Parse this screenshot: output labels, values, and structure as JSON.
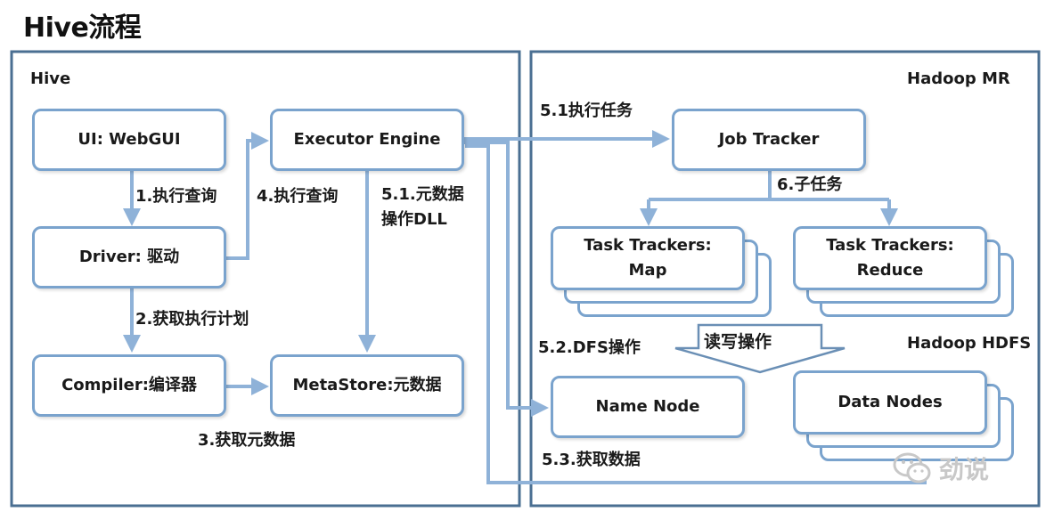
{
  "title": "Hive流程",
  "frames": {
    "hive": "Hive",
    "hadoop_mr": "Hadoop MR",
    "hadoop_hdfs": "Hadoop HDFS"
  },
  "nodes": {
    "ui": "UI: WebGUI",
    "driver": "Driver: 驱动",
    "compiler": "Compiler:编译器",
    "executor": "Executor Engine",
    "metastore": "MetaStore:元数据",
    "job_tracker": "Job Tracker",
    "tt_map": [
      "Task Trackers:",
      "Map"
    ],
    "tt_reduce": [
      "Task Trackers:",
      "Reduce"
    ],
    "name_node": "Name Node",
    "data_nodes": "Data Nodes"
  },
  "edge_labels": {
    "step1": "1.执行查询",
    "step2": "2.获取执行计划",
    "step3": "3.获取元数据",
    "step4": "4.执行查询",
    "step51_meta_line1": "5.1.元数据",
    "step51_meta_line2": "操作DLL",
    "step51_task": "5.1执行任务",
    "step52": "5.2.DFS操作",
    "step53": "5.3.获取数据",
    "step6": "6.子任务",
    "read_write": "读写操作"
  },
  "watermark": "劲说",
  "colors": {
    "frame": "#4a6f92",
    "node_border": "#7aa3cd",
    "arrow": "#8fb2d8"
  }
}
